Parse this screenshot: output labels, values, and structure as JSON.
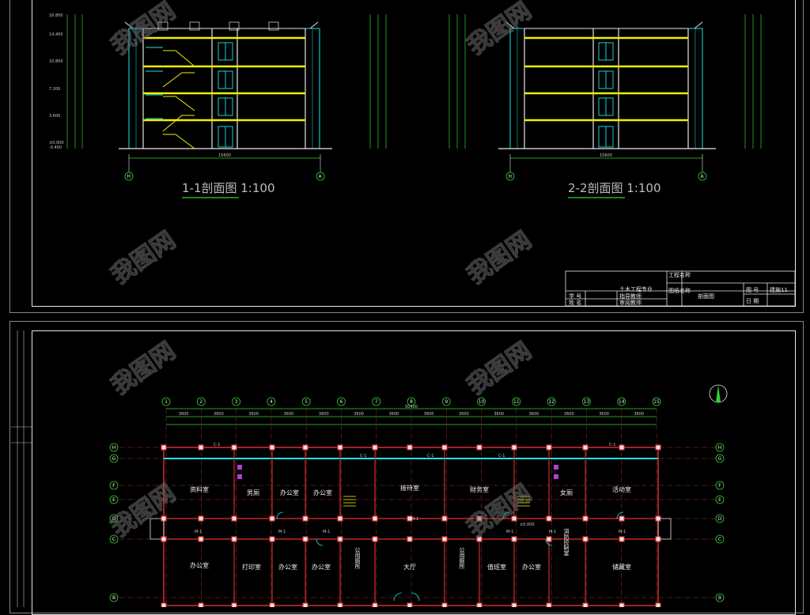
{
  "sections": {
    "left": {
      "title": "1-1剖面图  1:100",
      "axis_left": "H",
      "axis_right": "A",
      "span": "15600"
    },
    "right": {
      "title": "2-2剖面图  1:100",
      "axis_left": "H",
      "axis_right": "A",
      "span": "15600"
    },
    "elevations": [
      "16.800",
      "14.400",
      "10.800",
      "7.200",
      "3.600",
      "±0.000",
      "-0.450"
    ]
  },
  "title_block": {
    "project_label": "工程名称",
    "major": "土木工程专业",
    "student_id_label": "学 号",
    "name_label": "姓 名",
    "advisor": "指导教师",
    "reviewer": "审阅教师",
    "drawing_name_label": "图纸名称",
    "drawing_name": "剖面图",
    "drawing_no_label": "图 号",
    "drawing_no": "建施11",
    "date_label": "日 期"
  },
  "plan": {
    "overall_dim": "50400",
    "bay_dim": "3600",
    "col_axes": [
      "1",
      "2",
      "3",
      "4",
      "5",
      "6",
      "7",
      "8",
      "9",
      "10",
      "11",
      "12",
      "13",
      "14",
      "15"
    ],
    "row_axes": [
      "H",
      "G",
      "F",
      "E",
      "D",
      "C",
      "B"
    ],
    "rooms_north": [
      "资料室",
      "男厕",
      "办公室",
      "办公室",
      "接待室",
      "财务室",
      "女厕",
      "活动室"
    ],
    "rooms_south": [
      "办公室",
      "打印室",
      "办公室",
      "办公室",
      "公用厕所",
      "大厅",
      "公用厕所",
      "值班室",
      "办公室",
      "消防控制室",
      "储藏室"
    ],
    "level_mark": "±0.000",
    "door_tag": "M-1",
    "window_tag": "C-1"
  },
  "watermark": "我图网",
  "colors": {
    "structure": "#19e6e6",
    "slab": "#f0f000",
    "dimension": "#2fd22f",
    "wall": "#e63030",
    "grid": "#b03030"
  }
}
